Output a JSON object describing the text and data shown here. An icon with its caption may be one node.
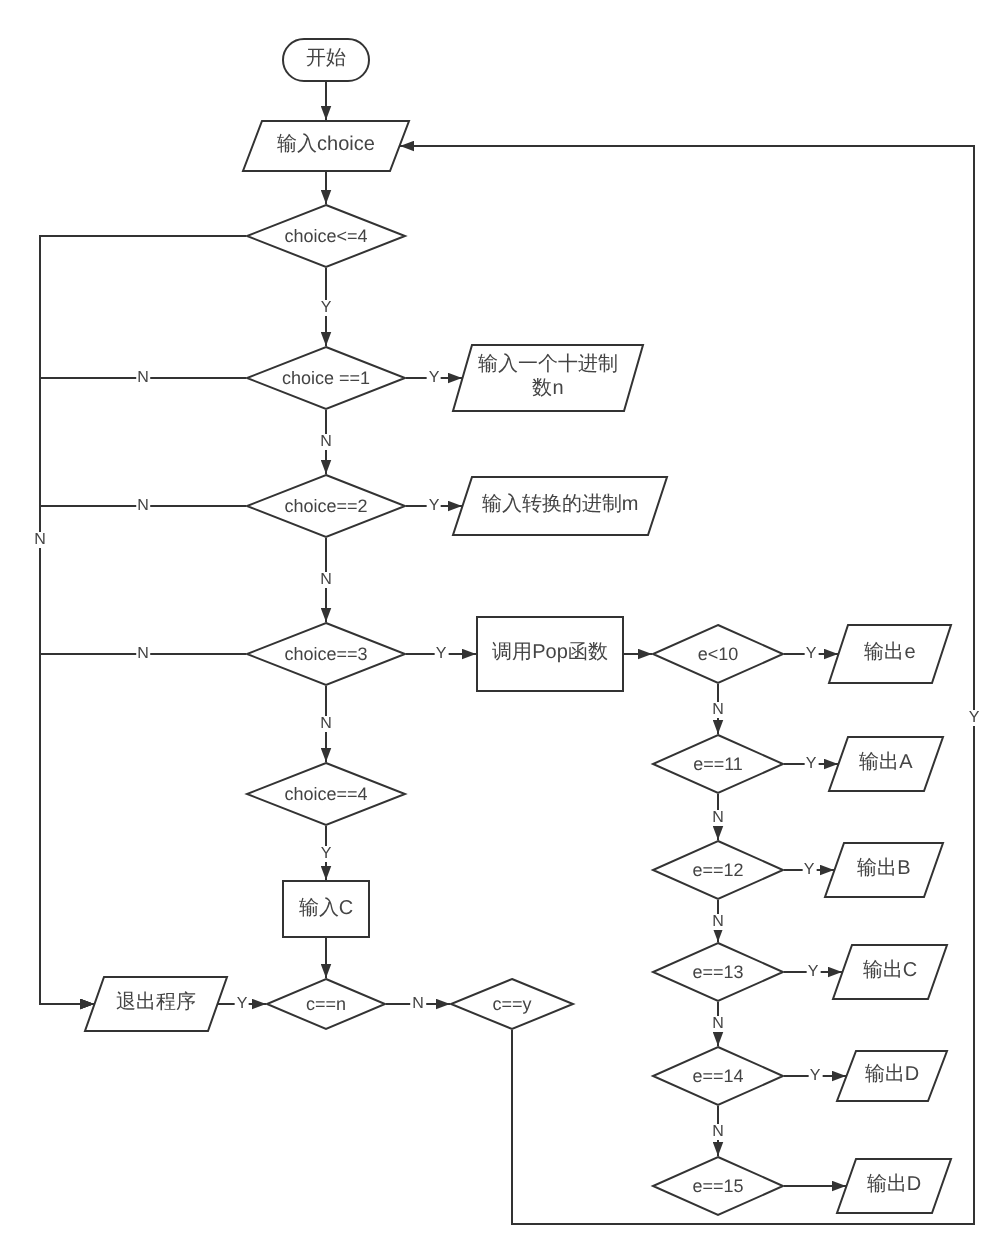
{
  "diagram": {
    "nodes": [
      {
        "text": [
          "开始"
        ]
      },
      {
        "text": [
          "输入choice"
        ]
      },
      {
        "text": [
          "choice<=4"
        ]
      },
      {
        "text": [
          "choice ==1"
        ]
      },
      {
        "text": [
          "输入一个十进制数n"
        ]
      },
      {
        "text": [
          "choice==2"
        ]
      },
      {
        "text": [
          "输入转换的进制m"
        ]
      },
      {
        "text": [
          "choice==3"
        ]
      },
      {
        "text": [
          "调用Pop函数"
        ]
      },
      {
        "text": [
          "e<10"
        ]
      },
      {
        "text": [
          "输出e"
        ]
      },
      {
        "text": [
          "e==11"
        ]
      },
      {
        "text": [
          "输出A"
        ]
      },
      {
        "text": [
          "choice==4"
        ]
      },
      {
        "text": [
          "e==12"
        ]
      },
      {
        "text": [
          "输出B"
        ]
      },
      {
        "text": [
          "输入C"
        ]
      },
      {
        "text": [
          "e==13"
        ]
      },
      {
        "text": [
          "输出C"
        ]
      },
      {
        "text": [
          "退出程序"
        ]
      },
      {
        "text": [
          "c==n"
        ]
      },
      {
        "text": [
          "c==y"
        ]
      },
      {
        "text": [
          "e==14"
        ]
      },
      {
        "text": [
          "输出D"
        ]
      },
      {
        "text": [
          "e==15"
        ]
      },
      {
        "text": [
          "输出D"
        ]
      }
    ],
    "edges": [
      {
        "from": 0,
        "to": 1,
        "arrow": "to"
      },
      {
        "from": 1,
        "to": 2,
        "arrow": "to"
      },
      {
        "from": 2,
        "to": 3,
        "arrow": "to",
        "label": "Y"
      },
      {
        "from": 2,
        "to": 19,
        "arrow": "to",
        "label": "N"
      },
      {
        "from": 3,
        "to": 4,
        "arrow": "to",
        "label": "Y"
      },
      {
        "from": 3,
        "to": 5,
        "arrow": "to",
        "label": "N"
      },
      {
        "from": 3,
        "to": 19,
        "arrow": "to",
        "label": "N"
      },
      {
        "from": 5,
        "to": 6,
        "arrow": "to",
        "label": "Y"
      },
      {
        "from": 5,
        "to": 7,
        "arrow": "to",
        "label": "N"
      },
      {
        "from": 5,
        "to": 19,
        "arrow": "to",
        "label": "N"
      },
      {
        "from": 7,
        "to": 8,
        "arrow": "to",
        "label": "Y"
      },
      {
        "from": 7,
        "to": 13,
        "arrow": "to",
        "label": "N"
      },
      {
        "from": 7,
        "to": 19,
        "arrow": "to",
        "label": "N"
      },
      {
        "from": 8,
        "to": 9,
        "arrow": "to"
      },
      {
        "from": 9,
        "to": 10,
        "arrow": "to",
        "label": "Y"
      },
      {
        "from": 9,
        "to": 11,
        "arrow": "to",
        "label": "N"
      },
      {
        "from": 11,
        "to": 12,
        "arrow": "to",
        "label": "Y"
      },
      {
        "from": 11,
        "to": 14,
        "arrow": "to",
        "label": "N"
      },
      {
        "from": 14,
        "to": 15,
        "arrow": "to",
        "label": "Y"
      },
      {
        "from": 14,
        "to": 17,
        "arrow": "to",
        "label": "N"
      },
      {
        "from": 17,
        "to": 18,
        "arrow": "to",
        "label": "Y"
      },
      {
        "from": 17,
        "to": 22,
        "arrow": "to",
        "label": "N"
      },
      {
        "from": 22,
        "to": 23,
        "arrow": "to",
        "label": "Y"
      },
      {
        "from": 22,
        "to": 24,
        "arrow": "to",
        "label": "N"
      },
      {
        "from": 24,
        "to": 25,
        "arrow": "to"
      },
      {
        "from": 13,
        "to": 16,
        "arrow": "to",
        "label": "Y"
      },
      {
        "from": 16,
        "to": 20,
        "arrow": "to"
      },
      {
        "from": 19,
        "to": 20,
        "arrow": "to",
        "label": "Y"
      },
      {
        "from": 20,
        "to": 21,
        "arrow": "to",
        "label": "N"
      },
      {
        "from": 21,
        "to": 1,
        "arrow": "to",
        "label": "Y"
      }
    ]
  }
}
